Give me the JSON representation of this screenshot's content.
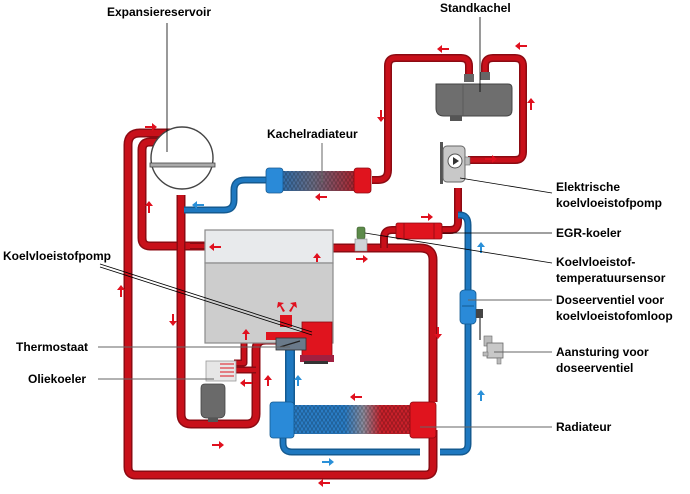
{
  "title": "Koelsysteem schema",
  "labels": {
    "expansiereservoir": "Expansiereservoir",
    "standkachel": "Standkachel",
    "kachelradiateur": "Kachelradiateur",
    "elektrische_pomp_1": "Elektrische",
    "elektrische_pomp_2": "koelvloeistofpomp",
    "egr_koeler": "EGR-koeler",
    "temp_sensor_1": "Koelvloeistof-",
    "temp_sensor_2": "temperatuursensor",
    "doseerventiel_1": "Doseerventiel voor",
    "doseerventiel_2": "koelvloeistofomloop",
    "aansturing_1": "Aansturing voor",
    "aansturing_2": "doseerventiel",
    "radiateur": "Radiateur",
    "koelvloeistofpomp": "Koelvloeistofpomp",
    "thermostaat": "Thermostaat",
    "oliekoeler": "Oliekoeler"
  },
  "colors": {
    "hot_coolant": "#c8101a",
    "cold_coolant": "#1e78c0",
    "engine_block_top": "#e8eaec",
    "engine_block_bottom": "#cdcdcd",
    "component_grey": "#6e6e6e"
  },
  "legend_semantics": {
    "hot": "warm koelvloeistof",
    "cold": "koude koelvloeistof"
  }
}
